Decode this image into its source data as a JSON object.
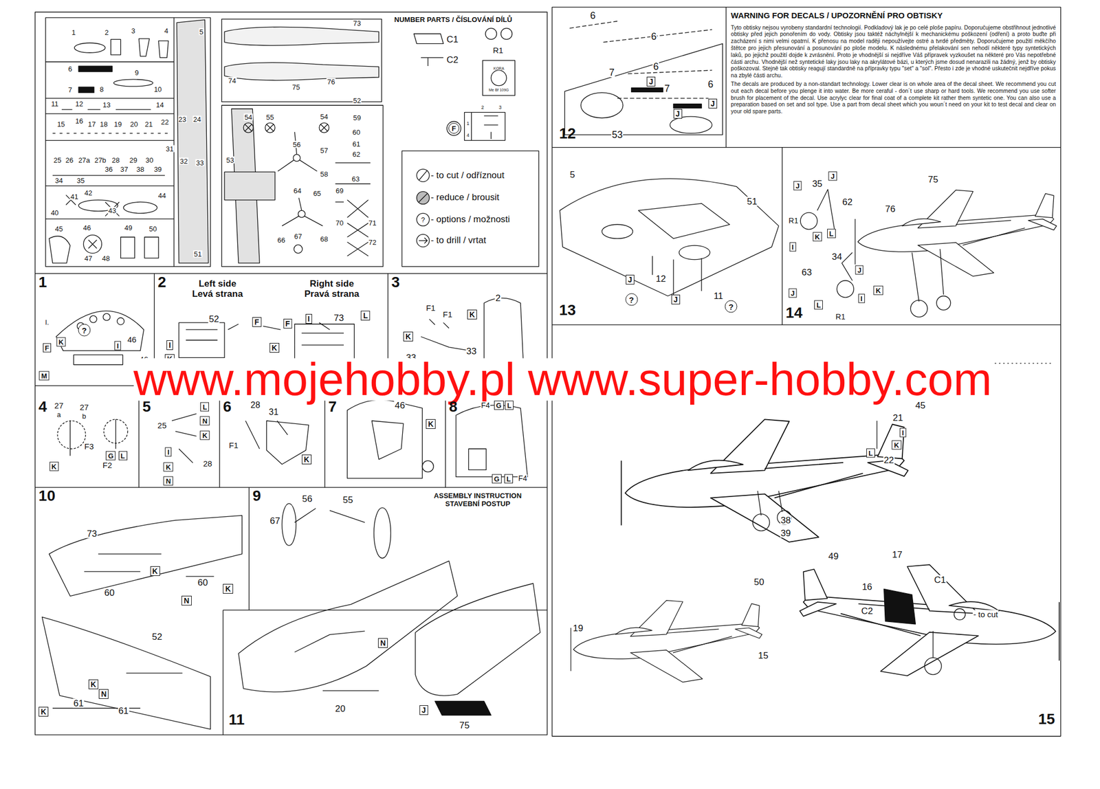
{
  "diagram": {
    "nodes": [
      {
        "text": [
          "NUMBER PARTS / ČÍSLOVÁNÍ DÍLŮ"
        ]
      },
      {
        "text": [
          "1"
        ]
      },
      {
        "text": [
          "2",
          "Left side Levá strana",
          "Right side Pravá strana"
        ]
      },
      {
        "text": [
          "3"
        ]
      },
      {
        "text": [
          "4"
        ]
      },
      {
        "text": [
          "5"
        ]
      },
      {
        "text": [
          "6"
        ]
      },
      {
        "text": [
          "7"
        ]
      },
      {
        "text": [
          "8"
        ]
      },
      {
        "text": [
          "10"
        ]
      },
      {
        "text": [
          "9"
        ]
      },
      {
        "text": [
          "11"
        ]
      },
      {
        "text": [
          "12"
        ]
      },
      {
        "text": [
          "WARNING FOR DECALS / UPOZORNĚNÍ PRO OBTISKY",
          "Tyto obtisky nejsou vyrobeny standardní technologií. Podkladový lak je po celé ploše papíru. Doporučujeme obstřihnout jednotlivé obtisky před jejich ponořením do vody. Obtisky jsou taktéž náchylnější k mechanickému poškození (odření) a proto buďte při zacházení s nimi velmi opatrní. K přenosu na model raději nepoužívejte ostré a tvrdé předměty. Doporučujeme použití měkčího štětce pro jejich přesunování a posunování po ploše modelu. K následnému přelakování sen nehodí některé typy syntetických laků, po jejichž použití dojde k zvrásnění. Proto je vhodnější si nejdříve Váš přípravek vyzkoušet na některé pro Vás nepotřebné části archu. Vhodnější než syntetické laky jsou laky na akrylátové bázi, u kterých jsme dosud nenarazili na žádný, jenž by obtisky poškozoval. Stejně tak obtisky reagují standardně na přípravky typu \"set\" a \"sol\". Přesto i zde je vhodné uskutečnit nejdříve pokus na zbylé části archu.",
          "The decals are produced by a non-standart technology. Lower clear is on whole area of the decal sheet. We recommend you cut out each decal before you plenge it into water. Be more ceraful - don´t use sharp or hard tools. We recommend you use softer brush for placement of the decal. Use acrylyc clear for final coat of a complete kit rather them syntetic one. You can also use a preparation based on set and sol type. Use a part from decal sheet which you woun´t need on your kit to test decal and clear on your old spare parts."
        ]
      },
      {
        "text": [
          "13"
        ]
      },
      {
        "text": [
          "14"
        ]
      },
      {
        "text": [
          "15"
        ]
      }
    ],
    "labels": [
      "1",
      "2",
      "3",
      "4",
      "5",
      "6",
      "7",
      "8",
      "9",
      "10",
      "11",
      "12",
      "13",
      "14",
      "15",
      "16",
      "17",
      "18",
      "19",
      "20",
      "21",
      "22",
      "23",
      "24",
      "25",
      "26",
      "27a",
      "27b",
      "28",
      "29",
      "30",
      "31",
      "32",
      "33",
      "34",
      "35",
      "36",
      "37",
      "38",
      "39",
      "40",
      "41",
      "42",
      "43",
      "44",
      "45",
      "46",
      "47",
      "48",
      "49",
      "50",
      "51",
      "73",
      "74",
      "75",
      "76",
      "52",
      "53",
      "54",
      "55",
      "54",
      "59",
      "60",
      "56",
      "57",
      "58",
      "61",
      "62",
      "63",
      "64",
      "65",
      "69",
      "70",
      "71",
      "72",
      "66",
      "67",
      "68",
      "C1",
      "C2",
      "R1",
      "KORA",
      "Me Bf 109G",
      "F",
      "1",
      "2",
      "3",
      "4",
      "I.",
      "?",
      "46",
      "F",
      "K",
      "I",
      "M",
      "46",
      "52",
      "F",
      "I",
      "K",
      "F",
      "I",
      "73",
      "L",
      "K",
      "F1",
      "F1",
      "K",
      "2",
      "K",
      "33",
      "33",
      "www.mojehobby.pl www.super-hobby.com",
      "27",
      "a",
      "27",
      "b",
      "F3",
      "G",
      "L",
      "F2",
      "K",
      "L",
      "N",
      "25",
      "K",
      "I",
      "28",
      "K",
      "N",
      "28",
      "31",
      "F1",
      "K",
      "46",
      "K",
      "F4",
      "G",
      "L",
      "G",
      "L",
      "F4",
      "73",
      "K",
      "60",
      "60",
      "K",
      "N",
      "52",
      "K",
      "N",
      "61",
      "61",
      "K",
      "56",
      "55",
      "67",
      "ASSEMBLY INSTRUCTION STAVEBNÍ POSTUP",
      "N",
      "20",
      "J",
      "75",
      "6",
      "6",
      "6",
      "6",
      "7",
      "7",
      "J",
      "J",
      "J",
      "53",
      "5",
      "51",
      "J",
      "12",
      "J",
      "11",
      "?",
      "?",
      "J",
      "35",
      "J",
      "62",
      "R1",
      "I",
      "K",
      "L",
      "34",
      "J",
      "63",
      "J",
      "L",
      "R1",
      "I",
      "K",
      "75",
      "76",
      "45",
      "21",
      "I",
      "K",
      "L",
      "22",
      "38",
      "39",
      "49",
      "17",
      "50",
      "16",
      "C1",
      "C2",
      "- to cut",
      "19",
      "15",
      "?"
    ],
    "legend": [
      {
        "text": "- to cut / odříznout"
      },
      {
        "text": "- reduce / brousit"
      },
      {
        "text": "- options / možnosti"
      },
      {
        "text": "- to drill / vrtat"
      }
    ]
  }
}
